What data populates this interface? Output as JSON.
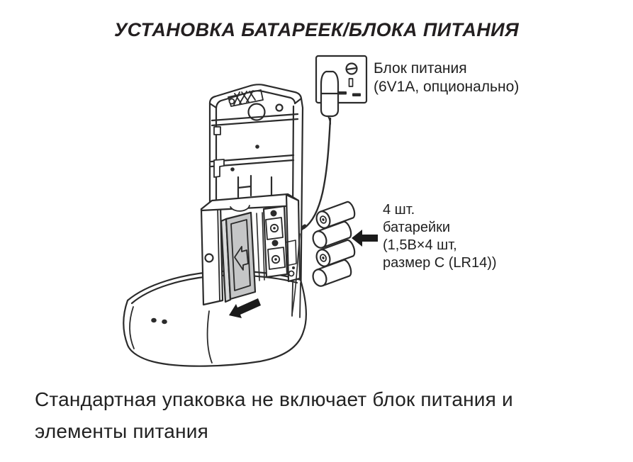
{
  "page": {
    "title": "УСТАНОВКА БАТАРЕЕК/БЛОКА ПИТАНИЯ",
    "footer_lines": [
      "Стандартная упаковка не включает блок питания и",
      "элементы питания"
    ]
  },
  "labels": {
    "power_adapter": {
      "lines": [
        "Блок питания",
        "(6V1A, опционально)"
      ]
    },
    "batteries": {
      "lines": [
        "4 шт.",
        "батарейки",
        "(1,5В×4 шт,",
        "размер C (LR14))"
      ]
    }
  },
  "diagram": {
    "colors": {
      "line": "#2b2b2b",
      "door_gray": "#c5c6c7",
      "door_side_gray": "#d9dadb",
      "arrow_black": "#1b1b1b"
    }
  }
}
